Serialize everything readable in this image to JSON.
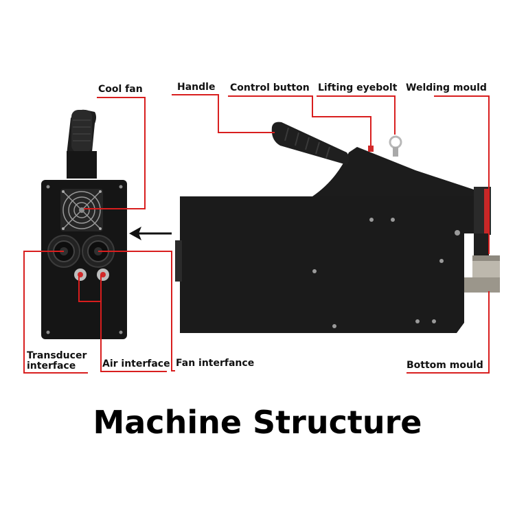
{
  "title": "Machine Structure",
  "labels": {
    "cool_fan": "Cool fan",
    "handle": "Handle",
    "control_button": "Control button",
    "lifting_eyebolt": "Lifting eyebolt",
    "welding_mould": "Welding mould",
    "transducer_interface_line1": "Transducer",
    "transducer_interface_line2": "interface",
    "air_interface": "Air interface",
    "fan_interface": "Fan interfance",
    "bottom_mould": "Bottom mould"
  },
  "colors": {
    "leader_line": "#d81e1e",
    "machine_body": "#1b1b1b",
    "background": "#ffffff",
    "text": "#111111"
  }
}
